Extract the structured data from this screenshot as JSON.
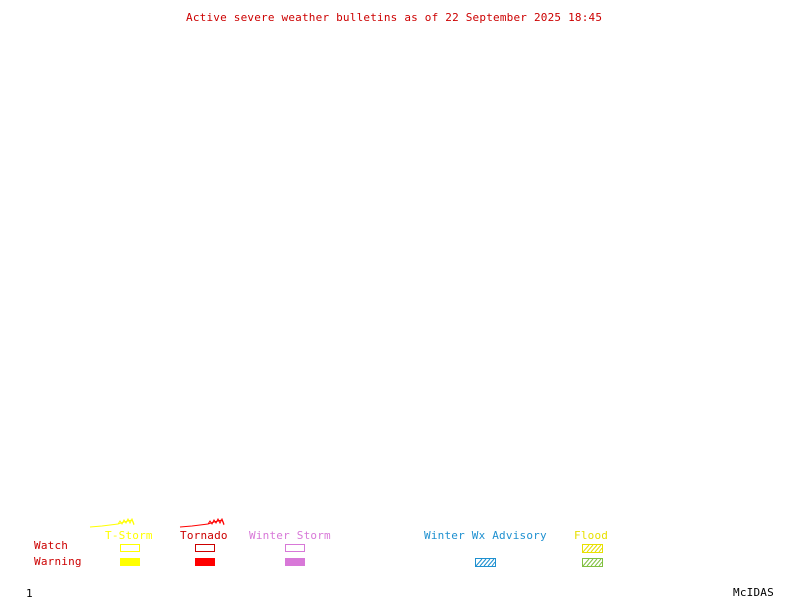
{
  "title": "Active severe weather bulletins as of 22 September 2025 18:45",
  "colors": {
    "title": "#cc0000",
    "row_labels": "#cc0000",
    "tstorm": "#ffff00",
    "tornado": "#ff0000",
    "winter_storm": "#d878d8",
    "winter_wx_advisory": "#1e90d0",
    "flood": "#e8e000",
    "flood_hatch": "#80c040",
    "footer": "#000000"
  },
  "legend": {
    "row_watch": "Watch",
    "row_warning": "Warning",
    "columns": [
      {
        "key": "tstorm",
        "label": "T-Storm",
        "watch_style": "outline",
        "warning_style": "filled"
      },
      {
        "key": "tornado",
        "label": "Tornado",
        "watch_style": "outline",
        "warning_style": "filled"
      },
      {
        "key": "winter_storm",
        "label": "Winter Storm",
        "watch_style": "outline",
        "warning_style": "filled"
      },
      {
        "key": "winter_wx_advisory",
        "label": "Winter Wx Advisory",
        "warning_style": "hatched"
      },
      {
        "key": "flood",
        "label": "Flood",
        "watch_style": "hatched",
        "warning_style": "hatched"
      }
    ]
  },
  "footer": {
    "frame_number": "1",
    "brand": "McIDAS"
  }
}
